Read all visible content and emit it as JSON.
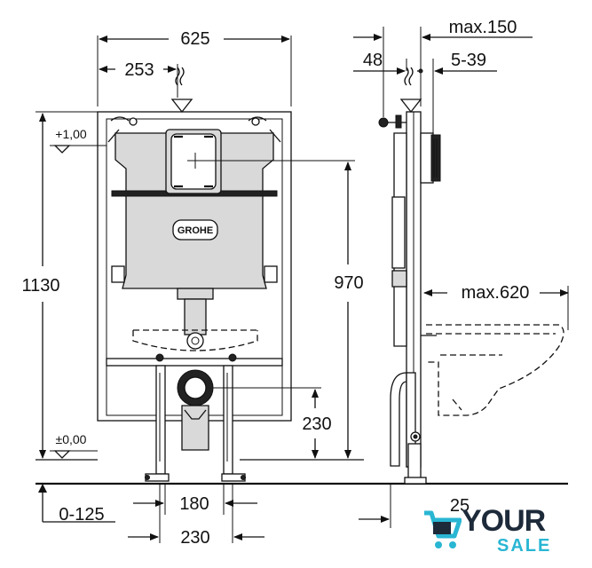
{
  "dimensions": {
    "width_total": "625",
    "offset_253": "253",
    "max_150": "max.150",
    "d48": "48",
    "d5_39": "5-39",
    "plus_level": "+1,00",
    "height_1130": "1130",
    "height_970": "970",
    "max_620": "max.620",
    "zero_level": "±0,00",
    "height_230": "230",
    "d180": "180",
    "d230": "230",
    "d0_125": "0-125",
    "partial_bottom": "25"
  },
  "brand_logo": {
    "text": "GROHE"
  },
  "watermark": {
    "word1": "YOUR",
    "word2": "SALE",
    "accent_color": "#29b6d3",
    "dark_color": "#1d2a3a"
  },
  "colors": {
    "line": "#111111",
    "fill": "#d9d9d9"
  }
}
